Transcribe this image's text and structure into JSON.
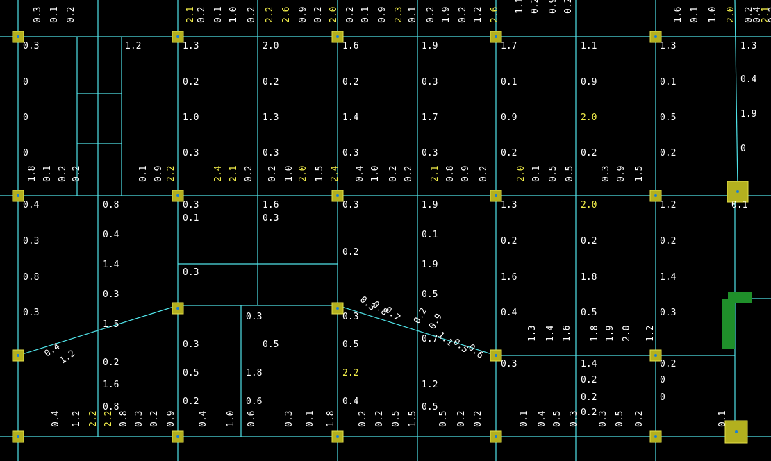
{
  "colors": {
    "background": "#000000",
    "beam_line": "#4fe3e8",
    "column_fill": "#b3b01f",
    "column_border": "#e6e04a",
    "wall_fill": "#1f8f2a",
    "text_white": "#ffffff",
    "text_yellow": "#f2ee4a",
    "node_dot": "#1b7fd6"
  },
  "labels": [
    {
      "t": "0.3",
      "c": "w"
    },
    {
      "t": "1.2",
      "c": "w"
    },
    {
      "t": "1.3",
      "c": "w"
    },
    {
      "t": "2.0",
      "c": "w"
    },
    {
      "t": "1.6",
      "c": "w"
    },
    {
      "t": "1.9",
      "c": "w"
    },
    {
      "t": "1.7",
      "c": "w"
    },
    {
      "t": "1.1",
      "c": "w"
    },
    {
      "t": "1.3",
      "c": "w"
    },
    {
      "t": "1.3",
      "c": "w"
    },
    {
      "t": "0",
      "c": "w"
    },
    {
      "t": "0.2",
      "c": "w"
    },
    {
      "t": "0.2",
      "c": "w"
    },
    {
      "t": "0.2",
      "c": "w"
    },
    {
      "t": "0.3",
      "c": "w"
    },
    {
      "t": "0.1",
      "c": "w"
    },
    {
      "t": "0.9",
      "c": "w"
    },
    {
      "t": "0.1",
      "c": "w"
    },
    {
      "t": "0.4",
      "c": "w"
    },
    {
      "t": "0",
      "c": "w"
    },
    {
      "t": "1.0",
      "c": "w"
    },
    {
      "t": "1.3",
      "c": "w"
    },
    {
      "t": "1.4",
      "c": "w"
    },
    {
      "t": "1.7",
      "c": "w"
    },
    {
      "t": "0.9",
      "c": "w"
    },
    {
      "t": "2.0",
      "c": "y"
    },
    {
      "t": "0.5",
      "c": "w"
    },
    {
      "t": "1.9",
      "c": "w"
    },
    {
      "t": "0",
      "c": "w"
    },
    {
      "t": "0.3",
      "c": "w"
    },
    {
      "t": "0.3",
      "c": "w"
    },
    {
      "t": "0.3",
      "c": "w"
    },
    {
      "t": "0.3",
      "c": "w"
    },
    {
      "t": "0.2",
      "c": "w"
    },
    {
      "t": "0.2",
      "c": "w"
    },
    {
      "t": "0.2",
      "c": "w"
    },
    {
      "t": "0",
      "c": "w"
    },
    {
      "t": "0.4",
      "c": "w"
    },
    {
      "t": "0.8",
      "c": "w"
    },
    {
      "t": "0.3",
      "c": "w"
    },
    {
      "t": "1.6",
      "c": "w"
    },
    {
      "t": "0.3",
      "c": "w"
    },
    {
      "t": "1.9",
      "c": "w"
    },
    {
      "t": "1.3",
      "c": "w"
    },
    {
      "t": "2.0",
      "c": "y"
    },
    {
      "t": "1.2",
      "c": "w"
    },
    {
      "t": "0.1",
      "c": "w"
    },
    {
      "t": "0.3",
      "c": "w"
    },
    {
      "t": "0.4",
      "c": "w"
    },
    {
      "t": "0.1",
      "c": "w"
    },
    {
      "t": "0.3",
      "c": "w"
    },
    {
      "t": "0.1",
      "c": "w"
    },
    {
      "t": "0.2",
      "c": "w"
    },
    {
      "t": "0.2",
      "c": "w"
    },
    {
      "t": "0.2",
      "c": "w"
    },
    {
      "t": "1.4",
      "c": "w"
    },
    {
      "t": "0.2",
      "c": "w"
    },
    {
      "t": "1.9",
      "c": "w"
    },
    {
      "t": "0.8",
      "c": "w"
    },
    {
      "t": "0.3",
      "c": "w"
    },
    {
      "t": "1.6",
      "c": "w"
    },
    {
      "t": "1.8",
      "c": "w"
    },
    {
      "t": "1.4",
      "c": "w"
    },
    {
      "t": "0.5",
      "c": "w"
    },
    {
      "t": "0.3",
      "c": "w"
    },
    {
      "t": "0.3",
      "c": "w"
    },
    {
      "t": "0.4",
      "c": "w"
    },
    {
      "t": "0.5",
      "c": "w"
    },
    {
      "t": "0.3",
      "c": "w"
    },
    {
      "t": "0.3",
      "c": "w"
    },
    {
      "t": "1.5",
      "c": "w"
    },
    {
      "t": "0.3",
      "c": "w"
    },
    {
      "t": "0.5",
      "c": "w"
    },
    {
      "t": "0.5",
      "c": "w"
    },
    {
      "t": "0.7",
      "c": "w"
    },
    {
      "t": "0.3",
      "c": "w"
    },
    {
      "t": "1.4",
      "c": "w"
    },
    {
      "t": "0.2",
      "c": "w"
    },
    {
      "t": "0.2",
      "c": "w"
    },
    {
      "t": "0.5",
      "c": "w"
    },
    {
      "t": "1.8",
      "c": "w"
    },
    {
      "t": "2.2",
      "c": "y"
    },
    {
      "t": "0.3",
      "c": "w"
    },
    {
      "t": "0.2",
      "c": "w"
    },
    {
      "t": "0",
      "c": "w"
    },
    {
      "t": "1.6",
      "c": "w"
    },
    {
      "t": "0.2",
      "c": "w"
    },
    {
      "t": "0.6",
      "c": "w"
    },
    {
      "t": "0.4",
      "c": "w"
    },
    {
      "t": "1.2",
      "c": "w"
    },
    {
      "t": "0.2",
      "c": "w"
    },
    {
      "t": "0",
      "c": "w"
    },
    {
      "t": "0.8",
      "c": "w"
    },
    {
      "t": "0.5",
      "c": "w"
    },
    {
      "t": "0.2",
      "c": "w"
    },
    {
      "t": "0.4",
      "c": "w"
    },
    {
      "t": "1.2",
      "c": "w"
    },
    {
      "t": "2.2",
      "c": "y"
    },
    {
      "t": "2.2",
      "c": "y"
    },
    {
      "t": "0.8",
      "c": "w"
    },
    {
      "t": "0.3",
      "c": "w"
    },
    {
      "t": "0.2",
      "c": "w"
    },
    {
      "t": "0.9",
      "c": "w"
    },
    {
      "t": "0.4",
      "c": "w"
    },
    {
      "t": "1.0",
      "c": "w"
    },
    {
      "t": "0.6",
      "c": "w"
    },
    {
      "t": "0.3",
      "c": "w"
    },
    {
      "t": "0.1",
      "c": "w"
    },
    {
      "t": "1.8",
      "c": "w"
    },
    {
      "t": "0.2",
      "c": "w"
    },
    {
      "t": "0.2",
      "c": "w"
    },
    {
      "t": "0.5",
      "c": "w"
    },
    {
      "t": "1.5",
      "c": "w"
    },
    {
      "t": "0.5",
      "c": "w"
    },
    {
      "t": "0.2",
      "c": "w"
    },
    {
      "t": "0.2",
      "c": "w"
    },
    {
      "t": "0.1",
      "c": "w"
    },
    {
      "t": "0.4",
      "c": "w"
    },
    {
      "t": "0.5",
      "c": "w"
    },
    {
      "t": "0.3",
      "c": "w"
    },
    {
      "t": "0.3",
      "c": "w"
    },
    {
      "t": "0.5",
      "c": "w"
    },
    {
      "t": "0.2",
      "c": "w"
    },
    {
      "t": "0.1",
      "c": "w"
    },
    {
      "t": "0.3",
      "c": "w"
    },
    {
      "t": "0.1",
      "c": "w"
    },
    {
      "t": "0.2",
      "c": "w"
    },
    {
      "t": "2.1",
      "c": "y"
    },
    {
      "t": "0.2",
      "c": "w"
    },
    {
      "t": "0.1",
      "c": "w"
    },
    {
      "t": "1.0",
      "c": "w"
    },
    {
      "t": "0.2",
      "c": "w"
    },
    {
      "t": "2.2",
      "c": "y"
    },
    {
      "t": "2.6",
      "c": "y"
    },
    {
      "t": "0.9",
      "c": "w"
    },
    {
      "t": "0.2",
      "c": "w"
    },
    {
      "t": "2.0",
      "c": "y"
    },
    {
      "t": "0.2",
      "c": "w"
    },
    {
      "t": "0.1",
      "c": "w"
    },
    {
      "t": "0.9",
      "c": "w"
    },
    {
      "t": "2.3",
      "c": "y"
    },
    {
      "t": "0.1",
      "c": "w"
    },
    {
      "t": "0.2",
      "c": "w"
    },
    {
      "t": "1.9",
      "c": "w"
    },
    {
      "t": "0.2",
      "c": "w"
    },
    {
      "t": "1.2",
      "c": "w"
    },
    {
      "t": "2.6",
      "c": "y"
    },
    {
      "t": "1.1",
      "c": "w"
    },
    {
      "t": "0.2",
      "c": "w"
    },
    {
      "t": "1.6",
      "c": "w"
    },
    {
      "t": "0.1",
      "c": "w"
    },
    {
      "t": "1.0",
      "c": "w"
    },
    {
      "t": "2.0",
      "c": "y"
    },
    {
      "t": "0.2",
      "c": "w"
    },
    {
      "t": "2.1",
      "c": "y"
    },
    {
      "t": "0.4",
      "c": "w"
    },
    {
      "t": "0.2",
      "c": "w"
    },
    {
      "t": "0.9",
      "c": "w"
    },
    {
      "t": "0.2",
      "c": "w"
    },
    {
      "t": "1.8",
      "c": "w"
    },
    {
      "t": "0.1",
      "c": "w"
    },
    {
      "t": "0.2",
      "c": "w"
    },
    {
      "t": "0.2",
      "c": "w"
    },
    {
      "t": "0.1",
      "c": "w"
    },
    {
      "t": "0.9",
      "c": "w"
    },
    {
      "t": "2.2",
      "c": "y"
    },
    {
      "t": "2.4",
      "c": "y"
    },
    {
      "t": "2.1",
      "c": "y"
    },
    {
      "t": "0.2",
      "c": "w"
    },
    {
      "t": "0.2",
      "c": "w"
    },
    {
      "t": "1.0",
      "c": "w"
    },
    {
      "t": "2.0",
      "c": "y"
    },
    {
      "t": "1.5",
      "c": "w"
    },
    {
      "t": "2.4",
      "c": "y"
    },
    {
      "t": "0.4",
      "c": "w"
    },
    {
      "t": "1.0",
      "c": "w"
    },
    {
      "t": "0.2",
      "c": "w"
    },
    {
      "t": "0.2",
      "c": "w"
    },
    {
      "t": "2.1",
      "c": "y"
    },
    {
      "t": "0.8",
      "c": "w"
    },
    {
      "t": "0.9",
      "c": "w"
    },
    {
      "t": "0.2",
      "c": "w"
    },
    {
      "t": "2.0",
      "c": "y"
    },
    {
      "t": "0.1",
      "c": "w"
    },
    {
      "t": "0.5",
      "c": "w"
    },
    {
      "t": "0.5",
      "c": "w"
    },
    {
      "t": "0.3",
      "c": "w"
    },
    {
      "t": "0.9",
      "c": "w"
    },
    {
      "t": "1.5",
      "c": "w"
    },
    {
      "t": "1.3",
      "c": "w"
    },
    {
      "t": "1.4",
      "c": "w"
    },
    {
      "t": "1.6",
      "c": "w"
    },
    {
      "t": "1.8",
      "c": "w"
    },
    {
      "t": "1.9",
      "c": "w"
    },
    {
      "t": "2.0",
      "c": "w"
    },
    {
      "t": "1.2",
      "c": "w"
    },
    {
      "t": "0.7",
      "c": "w"
    },
    {
      "t": "0.8",
      "c": "w"
    },
    {
      "t": "0.3",
      "c": "w"
    },
    {
      "t": "0.2",
      "c": "w"
    },
    {
      "t": "0.9",
      "c": "w"
    },
    {
      "t": "1.1",
      "c": "w"
    },
    {
      "t": "0.5",
      "c": "w"
    },
    {
      "t": "0.6",
      "c": "w"
    },
    {
      "t": "1.2",
      "c": "w"
    },
    {
      "t": "0.4",
      "c": "w"
    }
  ]
}
